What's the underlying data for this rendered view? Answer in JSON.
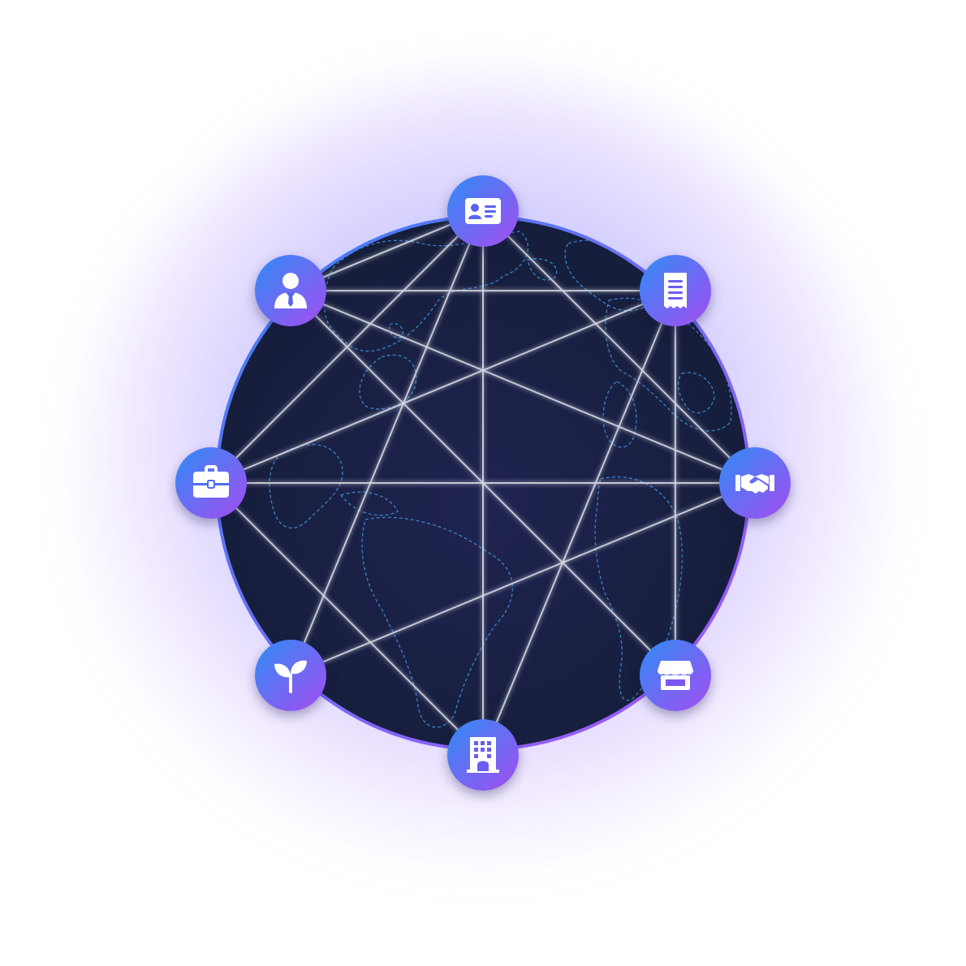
{
  "colors": {
    "globe_dark": "#141d38",
    "globe_mid": "#1f2350",
    "ring_start": "#3b82f6",
    "ring_end": "#a855f7",
    "line": "#d4d6e2",
    "coast": "#3a8fd8",
    "node_start": "#2f8cf6",
    "node_end": "#a44cf0",
    "icon": "#ffffff"
  },
  "nodes": [
    {
      "id": "id-card",
      "icon": "id-card-icon",
      "angle": 0
    },
    {
      "id": "receipt",
      "icon": "receipt-icon",
      "angle": 45
    },
    {
      "id": "handshake",
      "icon": "handshake-icon",
      "angle": 90
    },
    {
      "id": "store",
      "icon": "store-icon",
      "angle": 135
    },
    {
      "id": "building",
      "icon": "building-icon",
      "angle": 180
    },
    {
      "id": "sprout",
      "icon": "sprout-icon",
      "angle": 225
    },
    {
      "id": "briefcase",
      "icon": "briefcase-icon",
      "angle": 270
    },
    {
      "id": "businessman",
      "icon": "businessman-icon",
      "angle": 315
    }
  ],
  "connections": [
    [
      "id-card",
      "businessman"
    ],
    [
      "id-card",
      "briefcase"
    ],
    [
      "id-card",
      "sprout"
    ],
    [
      "id-card",
      "building"
    ],
    [
      "id-card",
      "handshake"
    ],
    [
      "businessman",
      "receipt"
    ],
    [
      "businessman",
      "handshake"
    ],
    [
      "businessman",
      "store"
    ],
    [
      "receipt",
      "briefcase"
    ],
    [
      "receipt",
      "building"
    ],
    [
      "receipt",
      "store"
    ],
    [
      "briefcase",
      "handshake"
    ],
    [
      "briefcase",
      "building"
    ],
    [
      "sprout",
      "handshake"
    ]
  ]
}
